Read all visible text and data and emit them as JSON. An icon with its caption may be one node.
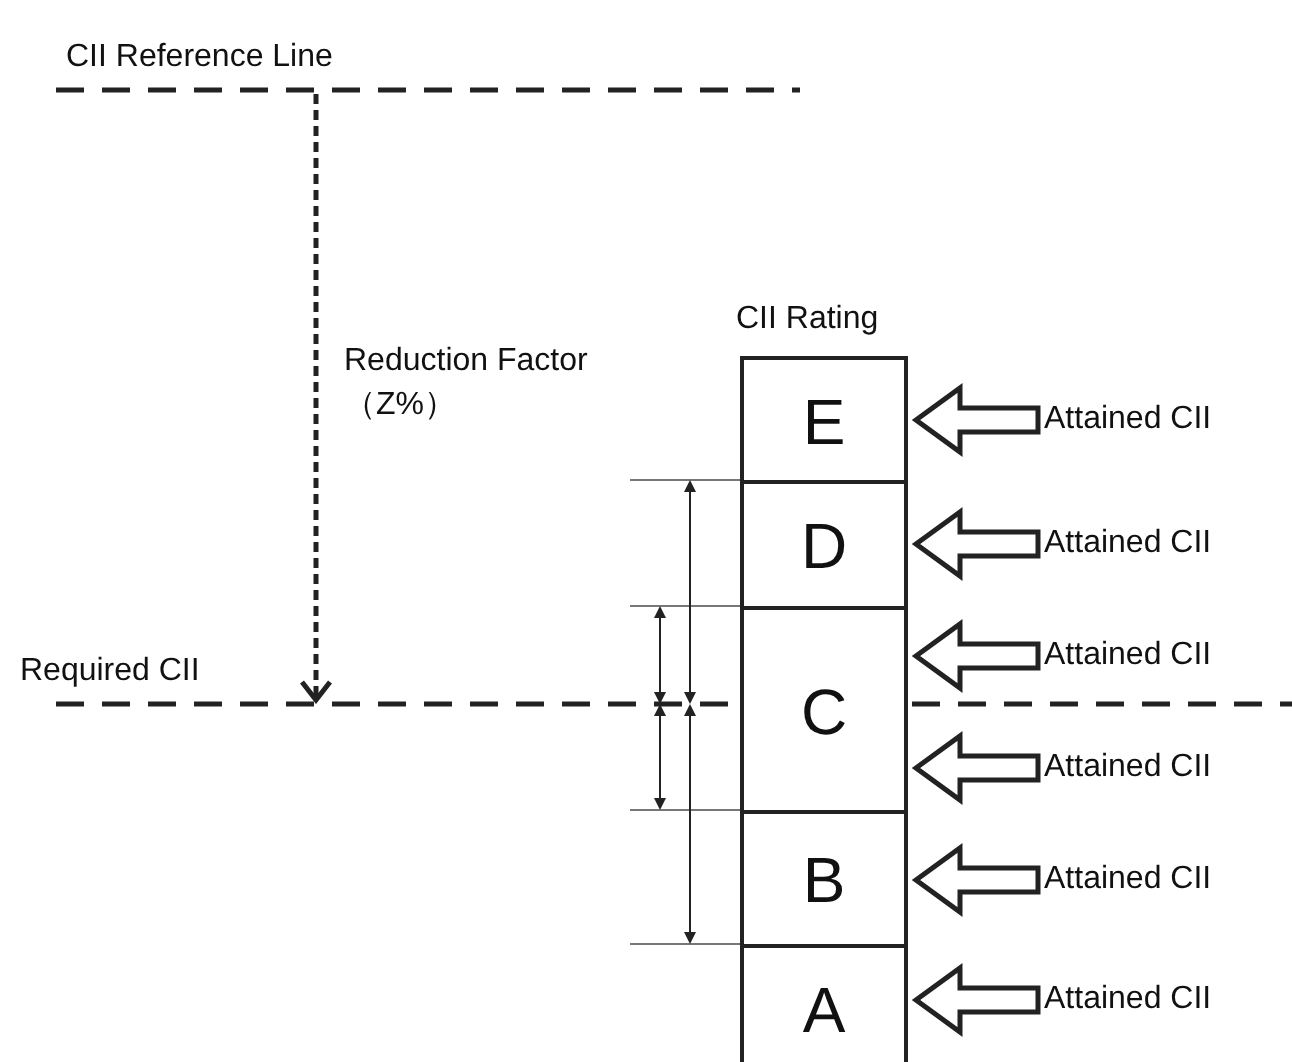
{
  "diagram": {
    "nodes": [
      {
        "text": [
          "CII Rating"
        ]
      },
      {
        "text": [
          "E"
        ],
        "in": 0
      },
      {
        "text": [
          "D"
        ],
        "in": 0
      },
      {
        "text": [
          "C"
        ],
        "in": 0
      },
      {
        "text": [
          "B"
        ],
        "in": 0
      },
      {
        "text": [
          "A"
        ],
        "in": 0
      },
      {
        "text": [
          "Attained CII"
        ]
      },
      {
        "text": [
          "Attained CII"
        ]
      },
      {
        "text": [
          "Attained CII"
        ]
      },
      {
        "text": [
          "Attained CII"
        ]
      },
      {
        "text": [
          "Attained CII"
        ]
      },
      {
        "text": [
          "Attained CII"
        ]
      }
    ],
    "edges": [
      {
        "from": 6,
        "to": 1,
        "arrow": "to"
      },
      {
        "from": 7,
        "to": 2,
        "arrow": "to"
      },
      {
        "from": 8,
        "to": 3,
        "arrow": "to"
      },
      {
        "from": 9,
        "to": 3,
        "arrow": "to"
      },
      {
        "from": 10,
        "to": 4,
        "arrow": "to"
      },
      {
        "from": 11,
        "to": 5,
        "arrow": "to"
      }
    ],
    "labels": [
      "CII Reference Line",
      "Reduction Factor（Z%）",
      "Required CII"
    ]
  }
}
